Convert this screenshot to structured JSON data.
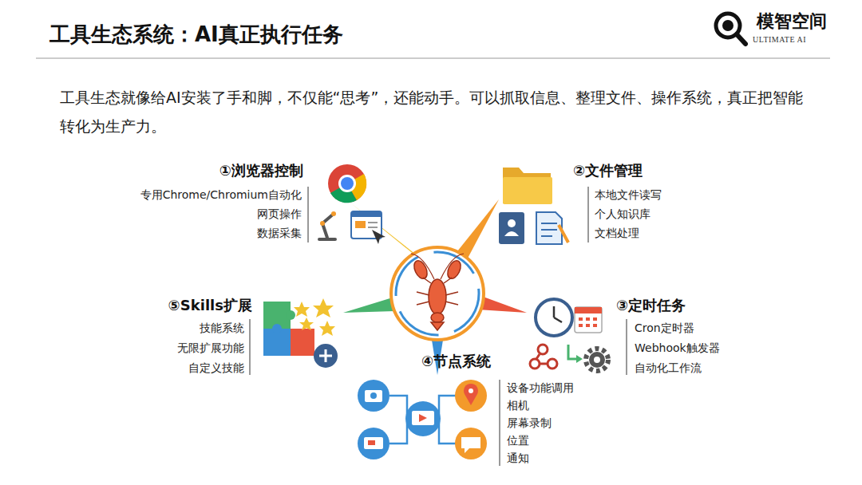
{
  "diagram": {
    "title": "工具生态系统：AI真正执行任务",
    "labels": [
      "模智空间",
      "ULTIMATE AI",
      "工具生态就像给AI安装了手和脚，不仅能“思考”，还能动手。可以抓取信息、整理文件、操作系统，真正把智能转化为生产力。",
      "①浏览器控制",
      "专用Chrome/Chromium自动化",
      "网页操作",
      "数据采集",
      "②文件管理",
      "本地文件读写",
      "个人知识库",
      "文档处理",
      "③定时任务",
      "Cron定时器",
      "Webhook触发器",
      "自动化工作流",
      "④节点系统",
      "设备功能调用",
      "相机",
      "屏幕录制",
      "位置",
      "通知",
      "⑤Skills扩展",
      "技能系统",
      "无限扩展功能",
      "自定义技能"
    ]
  }
}
